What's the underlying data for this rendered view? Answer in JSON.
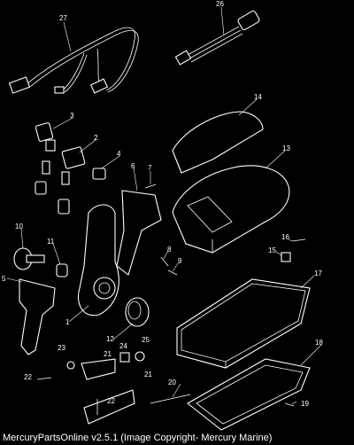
{
  "callouts": [
    {
      "id": "c27",
      "num": "27"
    },
    {
      "id": "c26",
      "num": "26"
    },
    {
      "id": "c14",
      "num": "14"
    },
    {
      "id": "c3",
      "num": "3"
    },
    {
      "id": "c2",
      "num": "2"
    },
    {
      "id": "c4",
      "num": "4"
    },
    {
      "id": "c13",
      "num": "13"
    },
    {
      "id": "c6",
      "num": "6"
    },
    {
      "id": "c7",
      "num": "7"
    },
    {
      "id": "c10",
      "num": "10"
    },
    {
      "id": "c11",
      "num": "11"
    },
    {
      "id": "c16",
      "num": "16"
    },
    {
      "id": "c15",
      "num": "15"
    },
    {
      "id": "c8",
      "num": "8"
    },
    {
      "id": "c9",
      "num": "9"
    },
    {
      "id": "c5",
      "num": "5"
    },
    {
      "id": "c17",
      "num": "17"
    },
    {
      "id": "c1",
      "num": "1"
    },
    {
      "id": "c12",
      "num": "12"
    },
    {
      "id": "c23",
      "num": "23"
    },
    {
      "id": "c24",
      "num": "24"
    },
    {
      "id": "c25",
      "num": "25"
    },
    {
      "id": "c18",
      "num": "18"
    },
    {
      "id": "c21a",
      "num": "21"
    },
    {
      "id": "c22a",
      "num": "22"
    },
    {
      "id": "c20",
      "num": "20"
    },
    {
      "id": "c22b",
      "num": "22"
    },
    {
      "id": "c21b",
      "num": "21"
    },
    {
      "id": "c19",
      "num": "19"
    }
  ],
  "footer": {
    "caption": "MercuryPartsOnline v2.5.1 (Image Copyright- Mercury Marine)"
  }
}
